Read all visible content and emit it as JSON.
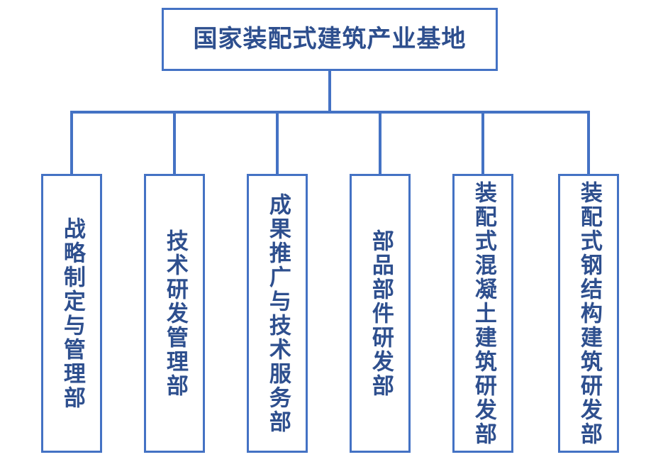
{
  "diagram": {
    "type": "organization-chart",
    "orientation": "top-down",
    "colors": {
      "box_border": "#4472C4",
      "connector": "#4472C4",
      "text": "#2E4F8E",
      "background": "#FFFFFF"
    },
    "root": {
      "label": "国家装配式建筑产业基地",
      "text_direction": "horizontal"
    },
    "children": [
      {
        "label": "战略制定与管理部",
        "text_direction": "vertical",
        "char_count": 8
      },
      {
        "label": "技术研发管理部",
        "text_direction": "vertical",
        "char_count": 7
      },
      {
        "label": "成果推广与技术服务部",
        "text_direction": "vertical",
        "char_count": 10
      },
      {
        "label": "部品部件研发部",
        "text_direction": "vertical",
        "char_count": 7
      },
      {
        "label": "装配式混凝土建筑研发部",
        "text_direction": "vertical",
        "char_count": 11
      },
      {
        "label": "装配式钢结构建筑研发部",
        "text_direction": "vertical",
        "char_count": 11
      }
    ]
  }
}
